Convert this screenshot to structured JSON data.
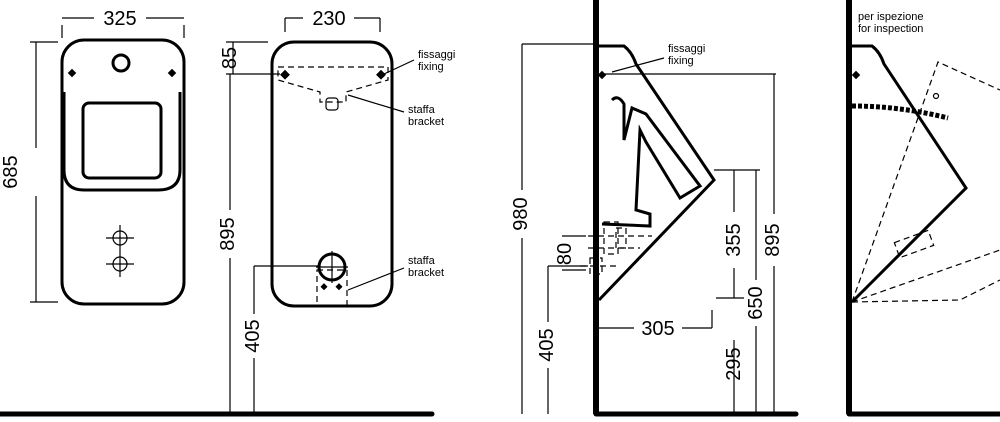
{
  "views": {
    "front": {
      "width_dim": "325",
      "height_dim": "685"
    },
    "back": {
      "width_dim": "230",
      "top_dim": "85",
      "fixing_height_dim": "895",
      "drain_height_dim": "405",
      "note_fixing_it": "fissaggi",
      "note_fixing_en": "fixing",
      "note_bracket_top_it": "staffa",
      "note_bracket_top_en": "bracket",
      "note_bracket_bottom_it": "staffa",
      "note_bracket_bottom_en": "bracket"
    },
    "side": {
      "total_height_dim": "980",
      "inlet_offset_dim": "80",
      "drain_height_dim": "405",
      "depth_dim": "305",
      "lip_to_fixing_dim": "355",
      "lip_height_dim": "650",
      "lip_from_floor_dim": "295",
      "fixing_height_dim": "895",
      "note_fixing_it": "fissaggi",
      "note_fixing_en": "fixing"
    },
    "inspection": {
      "note_it": "per ispezione",
      "note_en": "for inspection"
    }
  }
}
